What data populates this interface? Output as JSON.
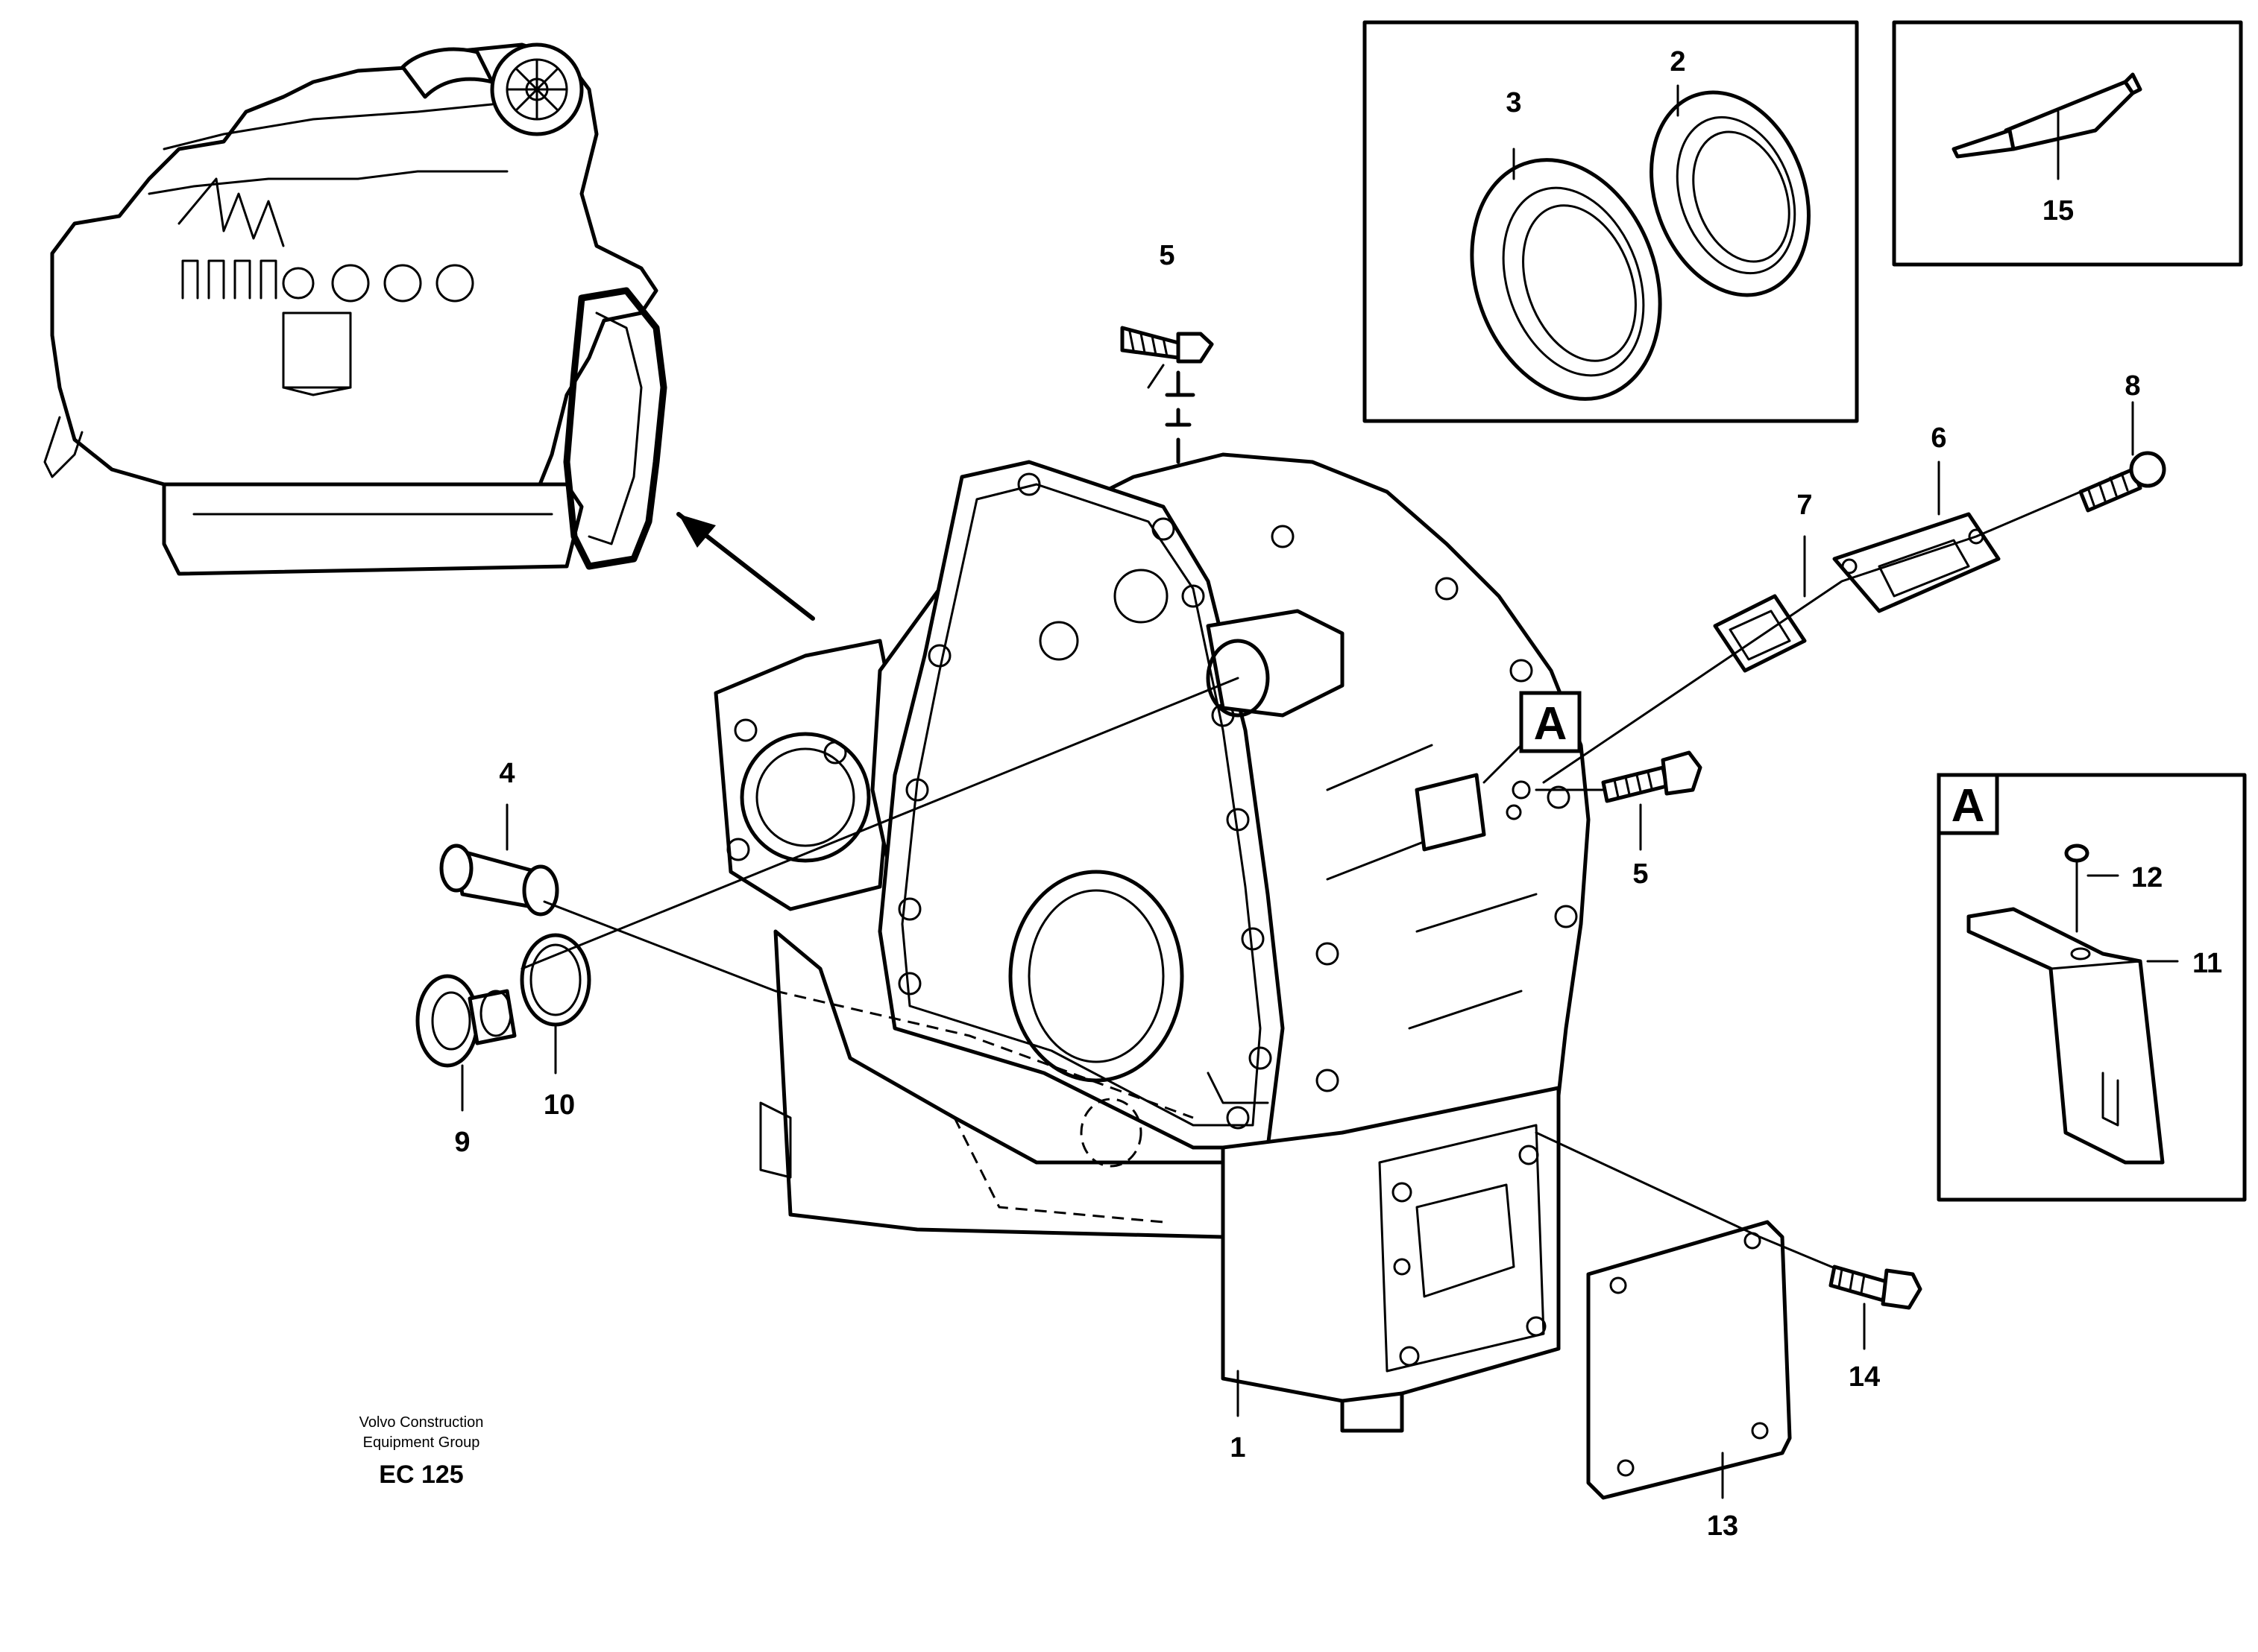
{
  "callouts": {
    "c1": "1",
    "c2": "2",
    "c3": "3",
    "c4": "4",
    "c5a": "5",
    "c5b": "5",
    "c6": "6",
    "c7": "7",
    "c8": "8",
    "c9": "9",
    "c10": "10",
    "c11": "11",
    "c12": "12",
    "c13": "13",
    "c14": "14",
    "c15": "15"
  },
  "detail_marker": "A",
  "detail_box_label": "A",
  "footer": {
    "line1": "Volvo Construction",
    "line2": "Equipment Group",
    "code": "EC 125"
  }
}
